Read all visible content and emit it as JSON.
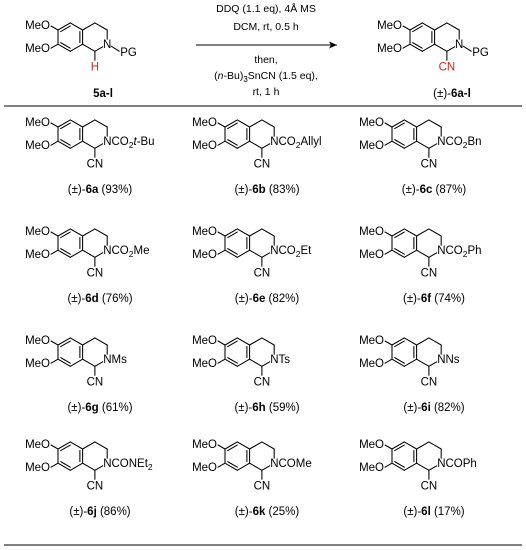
{
  "reaction": {
    "conditions_top": [
      "DDQ (1.1 eq), 4Å MS",
      "DCM, rt, 0.5 h"
    ],
    "conditions_bottom": [
      "then,",
      "(n-Bu)3SnCN (1.5 eq),",
      "rt, 1 h"
    ],
    "reactant": {
      "label": "5a-l",
      "substituents": {
        "ome_top": "MeO",
        "ome_bottom": "MeO",
        "n": "N",
        "pg": "PG",
        "h": "H"
      }
    },
    "product": {
      "label_prefix": "(±)-",
      "label": "6a-l",
      "substituents": {
        "ome_top": "MeO",
        "ome_bottom": "MeO",
        "n": "N",
        "pg": "PG",
        "cn": "CN"
      }
    },
    "colors": {
      "highlight": "#e0201b",
      "ink": "#000000"
    }
  },
  "compounds": [
    {
      "id": "6a",
      "n_group": "NCO2t-Bu",
      "yield": "(93%)"
    },
    {
      "id": "6b",
      "n_group": "NCO2Allyl",
      "yield": "(83%)"
    },
    {
      "id": "6c",
      "n_group": "NCO2Bn",
      "yield": "(87%)"
    },
    {
      "id": "6d",
      "n_group": "NCO2Me",
      "yield": "(76%)"
    },
    {
      "id": "6e",
      "n_group": "NCO2Et",
      "yield": "(82%)"
    },
    {
      "id": "6f",
      "n_group": "NCO2Ph",
      "yield": "(74%)"
    },
    {
      "id": "6g",
      "n_group": "NMs",
      "yield": "(61%)"
    },
    {
      "id": "6h",
      "n_group": "NTs",
      "yield": "(59%)"
    },
    {
      "id": "6i",
      "n_group": "NNs",
      "yield": "(82%)"
    },
    {
      "id": "6j",
      "n_group": "NCONEt2",
      "yield": "(86%)"
    },
    {
      "id": "6k",
      "n_group": "NCOMe",
      "yield": "(25%)"
    },
    {
      "id": "6l",
      "n_group": "NCOPh",
      "yield": "(17%)"
    }
  ],
  "common_labels": {
    "meo": "MeO",
    "cn": "CN",
    "prefix": "(±)-"
  }
}
